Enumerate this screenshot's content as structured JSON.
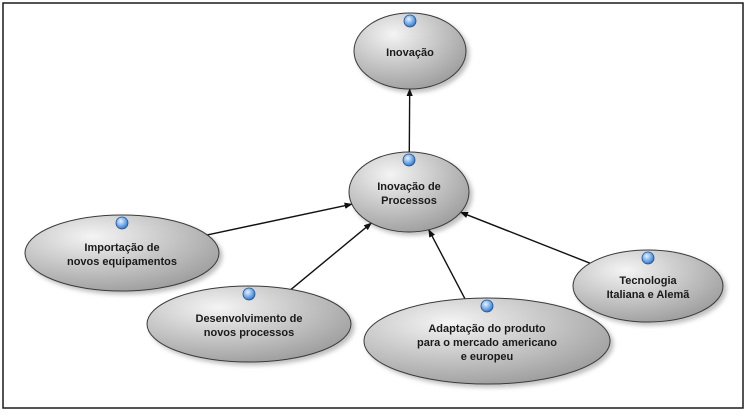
{
  "diagram": {
    "nodes": [
      {
        "id": "inovacao",
        "lines": [
          "Inovação"
        ]
      },
      {
        "id": "inovacao-processos",
        "lines": [
          "Inovação de",
          "Processos"
        ]
      },
      {
        "id": "importacao",
        "lines": [
          "Importação de",
          "novos equipamentos"
        ]
      },
      {
        "id": "desenvolvimento",
        "lines": [
          "Desenvolvimento de",
          "novos processos"
        ]
      },
      {
        "id": "adaptacao",
        "lines": [
          "Adaptação do produto",
          "para o mercado americano",
          "e europeu"
        ]
      },
      {
        "id": "tecnologia",
        "lines": [
          "Tecnologia",
          "Italiana e Alemã"
        ]
      }
    ],
    "edges": [
      {
        "from": "inovacao-processos",
        "to": "inovacao"
      },
      {
        "from": "importacao",
        "to": "inovacao-processos"
      },
      {
        "from": "desenvolvimento",
        "to": "inovacao-processos"
      },
      {
        "from": "adaptacao",
        "to": "inovacao-processos"
      },
      {
        "from": "tecnologia",
        "to": "inovacao-processos"
      }
    ],
    "colors": {
      "node_fill_light": "#f4f4f4",
      "node_fill_dark": "#9a9a9a",
      "node_stroke": "#3a3a3a",
      "edge": "#111111",
      "marker_light": "#e6f4ff",
      "marker_dark": "#1f6fd0",
      "frame": "#1a1a1a"
    }
  }
}
